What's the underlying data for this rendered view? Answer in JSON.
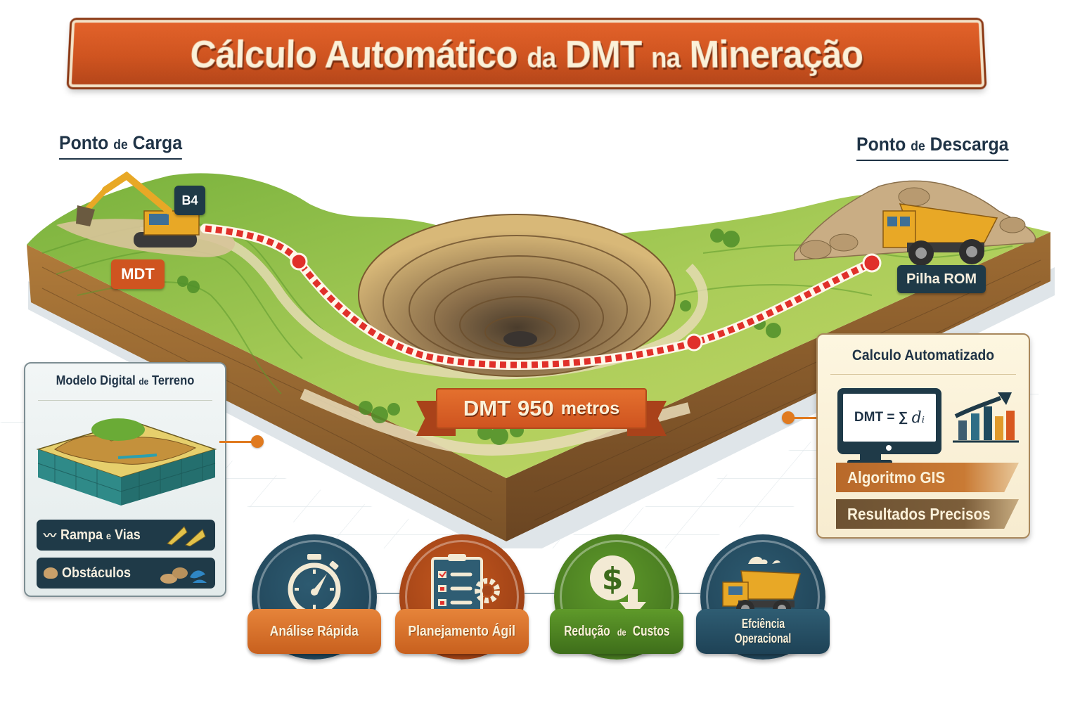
{
  "title": {
    "part1": "Cálculo Automático",
    "part2": "da",
    "part3": "DMT",
    "part4": "na",
    "part5": "Mineração"
  },
  "headings": {
    "carga": {
      "main": "Ponto",
      "small": "de",
      "end": "Carga"
    },
    "descarga": {
      "main": "Ponto",
      "small": "de",
      "end": "Descarga"
    }
  },
  "tags": {
    "b4": "B4",
    "mdt": "MDT",
    "rom": "Pilha ROM"
  },
  "dmt": {
    "label": "DMT",
    "value": "950",
    "unit": "metros"
  },
  "panel_mdt": {
    "title_main": "Modelo Digital",
    "title_small": "de",
    "title_end": "Terreno",
    "items": [
      {
        "main": "Rampa",
        "small": "e",
        "end": "Vias",
        "icon": "road-icon"
      },
      {
        "main": "Obstáculos",
        "small": "",
        "end": "",
        "icon": "rock-icon"
      }
    ]
  },
  "panel_calc": {
    "title": "Calculo Automatizado",
    "formula": "DMT = ∑",
    "formula_var": "dᵢ",
    "bars": [
      "Algoritmo GIS",
      "Resultados Precisos"
    ]
  },
  "badges": [
    {
      "label": "Análise Rápida",
      "icon": "stopwatch-icon",
      "color": "#1c3d50"
    },
    {
      "label": "Planejamento Ágil",
      "icon": "checklist-gear-icon",
      "color": "#8f3812"
    },
    {
      "label_main": "Redução",
      "label_small": "de",
      "label_end": "Custos",
      "icon": "dollar-down-icon",
      "color": "#3d6b1c"
    },
    {
      "line1": "Efciência",
      "line2": "Operacional",
      "icon": "dump-truck-icon",
      "color": "#1c3d50"
    }
  ],
  "colors": {
    "accent_orange": "#cf5420",
    "navy": "#1f3a48",
    "route_red": "#e0302a",
    "grass": "#8bbd45"
  }
}
